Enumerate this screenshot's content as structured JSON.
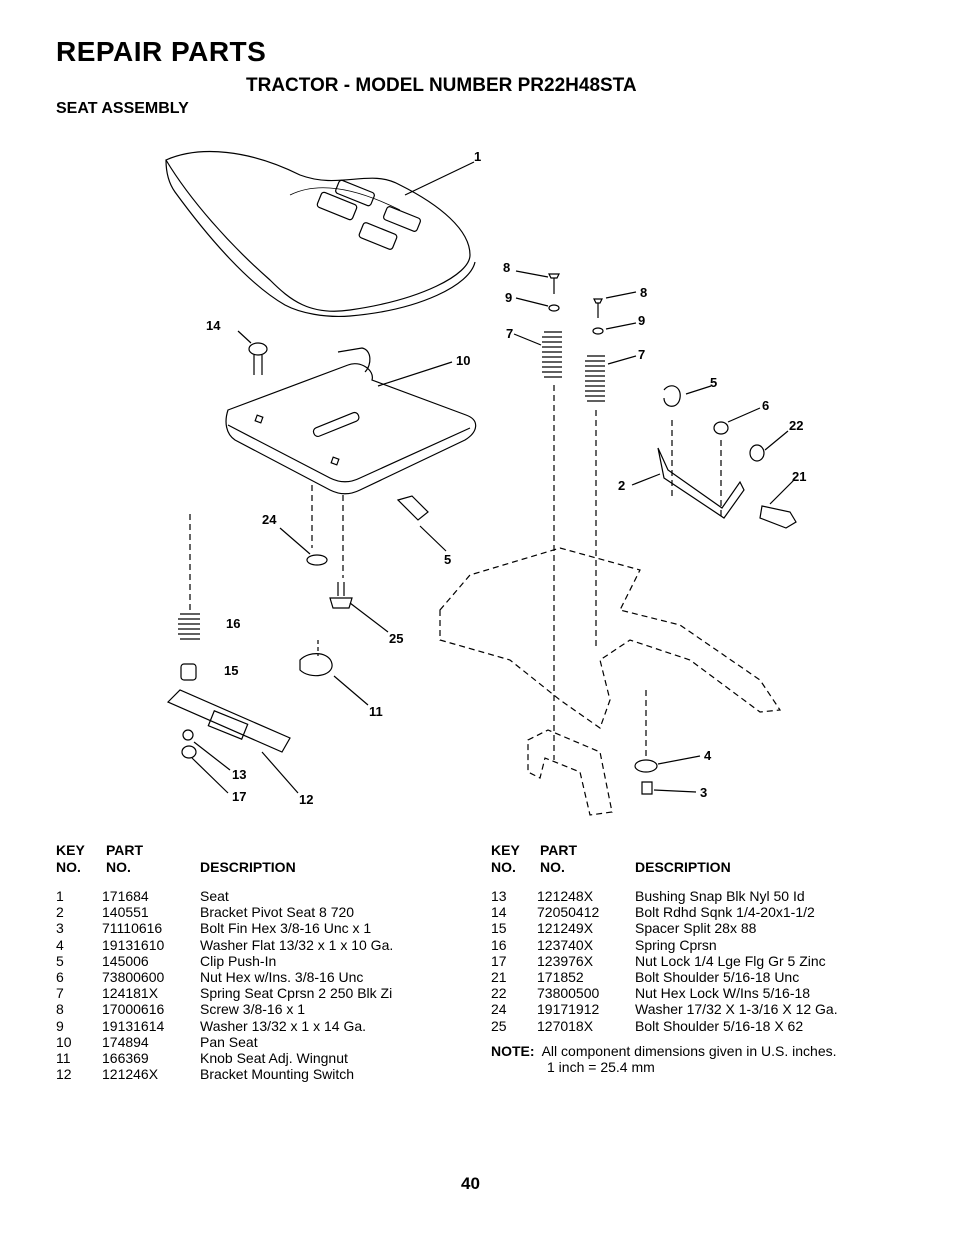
{
  "header": {
    "title": "REPAIR PARTS",
    "subtitle": "TRACTOR - MODEL NUMBER PR22H48STA",
    "section": "SEAT ASSEMBLY"
  },
  "callouts": {
    "c1": "1",
    "c2": "2",
    "c3": "3",
    "c4": "4",
    "c5a": "5",
    "c5b": "5",
    "c6": "6",
    "c7a": "7",
    "c7b": "7",
    "c8a": "8",
    "c8b": "8",
    "c9a": "9",
    "c9b": "9",
    "c10": "10",
    "c11": "11",
    "c12": "12",
    "c13": "13",
    "c14": "14",
    "c15": "15",
    "c16": "16",
    "c17": "17",
    "c21": "21",
    "c22": "22",
    "c24": "24",
    "c25": "25"
  },
  "table": {
    "headers": {
      "key1": "KEY",
      "key2": "NO.",
      "part1": "PART",
      "part2": "NO.",
      "desc": "DESCRIPTION"
    },
    "left": [
      {
        "key": "1",
        "part": "171684",
        "desc": "Seat"
      },
      {
        "key": "2",
        "part": "140551",
        "desc": "Bracket Pivot Seat 8 720"
      },
      {
        "key": "3",
        "part": "71110616",
        "desc": "Bolt Fin Hex 3/8-16 Unc x 1"
      },
      {
        "key": "4",
        "part": "19131610",
        "desc": "Washer Flat 13/32 x 1 x 10 Ga."
      },
      {
        "key": "5",
        "part": "145006",
        "desc": "Clip Push-In"
      },
      {
        "key": "6",
        "part": "73800600",
        "desc": "Nut Hex w/Ins. 3/8-16 Unc"
      },
      {
        "key": "7",
        "part": "124181X",
        "desc": "Spring Seat Cprsn 2 250 Blk Zi"
      },
      {
        "key": "8",
        "part": "17000616",
        "desc": "Screw 3/8-16 x 1"
      },
      {
        "key": "9",
        "part": "19131614",
        "desc": "Washer 13/32 x 1 x 14 Ga."
      },
      {
        "key": "10",
        "part": "174894",
        "desc": "Pan Seat"
      },
      {
        "key": "11",
        "part": "166369",
        "desc": "Knob Seat  Adj. Wingnut"
      },
      {
        "key": "12",
        "part": "121246X",
        "desc": "Bracket Mounting Switch"
      }
    ],
    "right": [
      {
        "key": "13",
        "part": "121248X",
        "desc": "Bushing Snap Blk Nyl 50 Id"
      },
      {
        "key": "14",
        "part": "72050412",
        "desc": "Bolt Rdhd Sqnk 1/4-20x1-1/2"
      },
      {
        "key": "15",
        "part": "121249X",
        "desc": "Spacer Split 28x 88"
      },
      {
        "key": "16",
        "part": "123740X",
        "desc": "Spring Cprsn"
      },
      {
        "key": "17",
        "part": "123976X",
        "desc": "Nut Lock 1/4 Lge Flg Gr 5 Zinc"
      },
      {
        "key": "21",
        "part": "171852",
        "desc": "Bolt Shoulder 5/16-18 Unc"
      },
      {
        "key": "22",
        "part": "73800500",
        "desc": "Nut Hex  Lock W/Ins  5/16-18"
      },
      {
        "key": "24",
        "part": "19171912",
        "desc": "Washer 17/32 X 1-3/16 X 12 Ga."
      },
      {
        "key": "25",
        "part": "127018X",
        "desc": "Bolt Shoulder 5/16-18 X 62"
      }
    ]
  },
  "note": {
    "label": "NOTE:",
    "line1": "All component dimensions given in U.S. inches.",
    "line2": "1 inch = 25.4 mm"
  },
  "page_number": "40"
}
